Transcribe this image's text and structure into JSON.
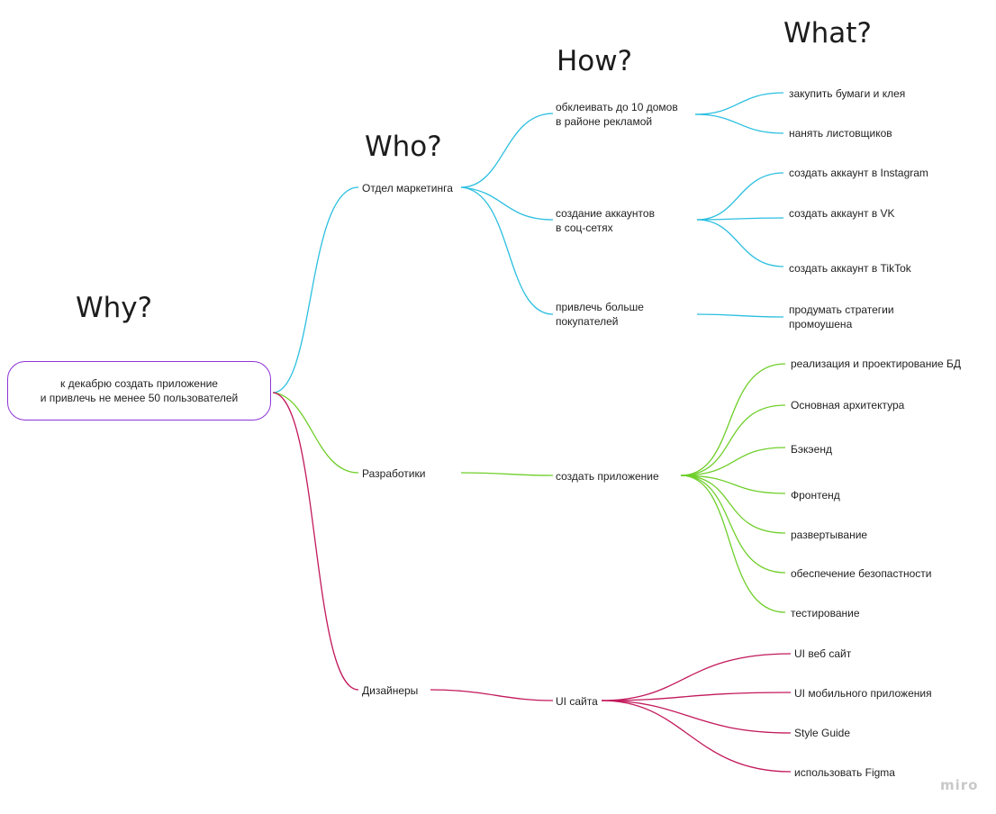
{
  "headings": {
    "why": "Why?",
    "who": "Who?",
    "how": "How?",
    "what": "What?"
  },
  "root": "к декабрю создать приложение\nи привлечь не менее 50 пользователей",
  "colors": {
    "root_border": "#8e33d8",
    "marketing": "#2bbfe0",
    "development": "#6fcf2a",
    "design": "#c2185b"
  },
  "branches": {
    "marketing": {
      "label": "Отдел маркетинга",
      "children": [
        {
          "label": "обклеивать до 10 домов\nв районе рекламой",
          "items": [
            "закупить бумаги и клея",
            "нанять листовщиков"
          ]
        },
        {
          "label": "создание аккаунтов\nв соц-сетях",
          "items": [
            "создать аккаунт в Instagram",
            "создать аккаунт в VK",
            "создать аккаунт в TikTok"
          ]
        },
        {
          "label": "привлечь больше\nпокупателей",
          "items": [
            "продумать стратегии\nпромоушена"
          ]
        }
      ]
    },
    "development": {
      "label": "Разработики",
      "children": [
        {
          "label": "создать приложение",
          "items": [
            "реализация и проектирование БД",
            "Основная архитектура",
            "Бэкэенд",
            "Фронтенд",
            "развертывание",
            "обеспечение безопастности",
            "тестирование"
          ]
        }
      ]
    },
    "design": {
      "label": "Дизайнеры",
      "children": [
        {
          "label": "UI сайта",
          "items": [
            "UI веб сайт",
            "UI мобильного приложения",
            "Style Guide",
            "использовать Figma"
          ]
        }
      ]
    }
  },
  "brand": "miro"
}
